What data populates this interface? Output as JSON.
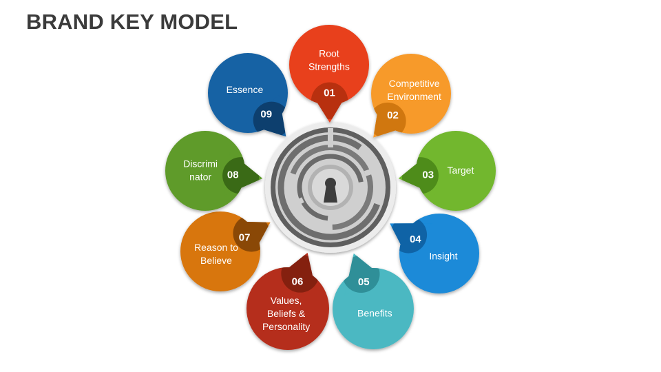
{
  "title": "BRAND KEY MODEL",
  "petals": [
    {
      "number": "01",
      "lines": [
        "Root",
        "Strengths"
      ],
      "color": "#e8401c",
      "dark": "#b8300f"
    },
    {
      "number": "02",
      "lines": [
        "Competitive",
        "Environment"
      ],
      "color": "#f79a2a",
      "dark": "#d0770f"
    },
    {
      "number": "03",
      "lines": [
        "Target"
      ],
      "color": "#72b72e",
      "dark": "#4e8c1a"
    },
    {
      "number": "04",
      "lines": [
        "Insight"
      ],
      "color": "#1a8ad8",
      "dark": "#0f63a6"
    },
    {
      "number": "05",
      "lines": [
        "Benefits"
      ],
      "color": "#4bb8c2",
      "dark": "#2f8f98"
    },
    {
      "number": "06",
      "lines": [
        "Values,",
        "Beliefs &",
        "Personality"
      ],
      "color": "#b52e1c",
      "dark": "#84200f"
    },
    {
      "number": "07",
      "lines": [
        "Reason to",
        "Believe"
      ],
      "color": "#d8760c",
      "dark": "#8a4806"
    },
    {
      "number": "08",
      "lines": [
        "Discrimi",
        "nator"
      ],
      "color": "#5e9b2a",
      "dark": "#3a6a16"
    },
    {
      "number": "09",
      "lines": [
        "Essence"
      ],
      "color": "#1762a4",
      "dark": "#0d3f6e"
    }
  ],
  "center_icon": "keyhole-maze-icon"
}
